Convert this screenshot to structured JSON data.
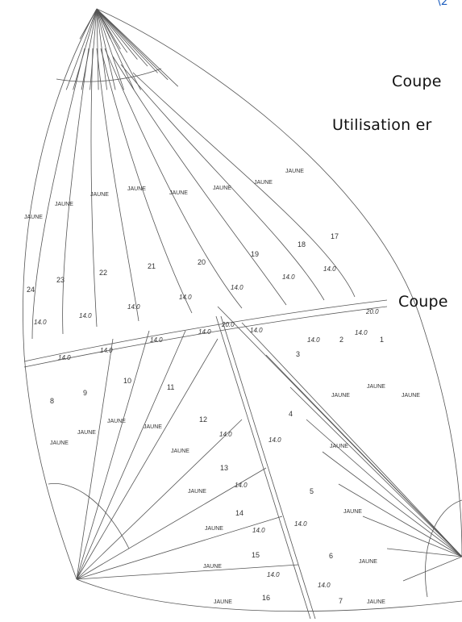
{
  "captions": {
    "coupe_top": "Coupe",
    "utilisation": "Utilisation er",
    "coupe_mid": "Coupe",
    "corner_blue": "\\2"
  },
  "sail": {
    "color_label": "JAUNE",
    "weights": {
      "standard": "14.0",
      "reinforced": "20.0"
    },
    "panels": [
      "1",
      "2",
      "3",
      "4",
      "5",
      "6",
      "7",
      "8",
      "9",
      "10",
      "11",
      "12",
      "13",
      "14",
      "15",
      "16",
      "17",
      "18",
      "19",
      "20",
      "21",
      "22",
      "23",
      "24"
    ]
  },
  "colors": {
    "line": "#555555",
    "text": "#333333",
    "blue": "#1f5fbf"
  }
}
